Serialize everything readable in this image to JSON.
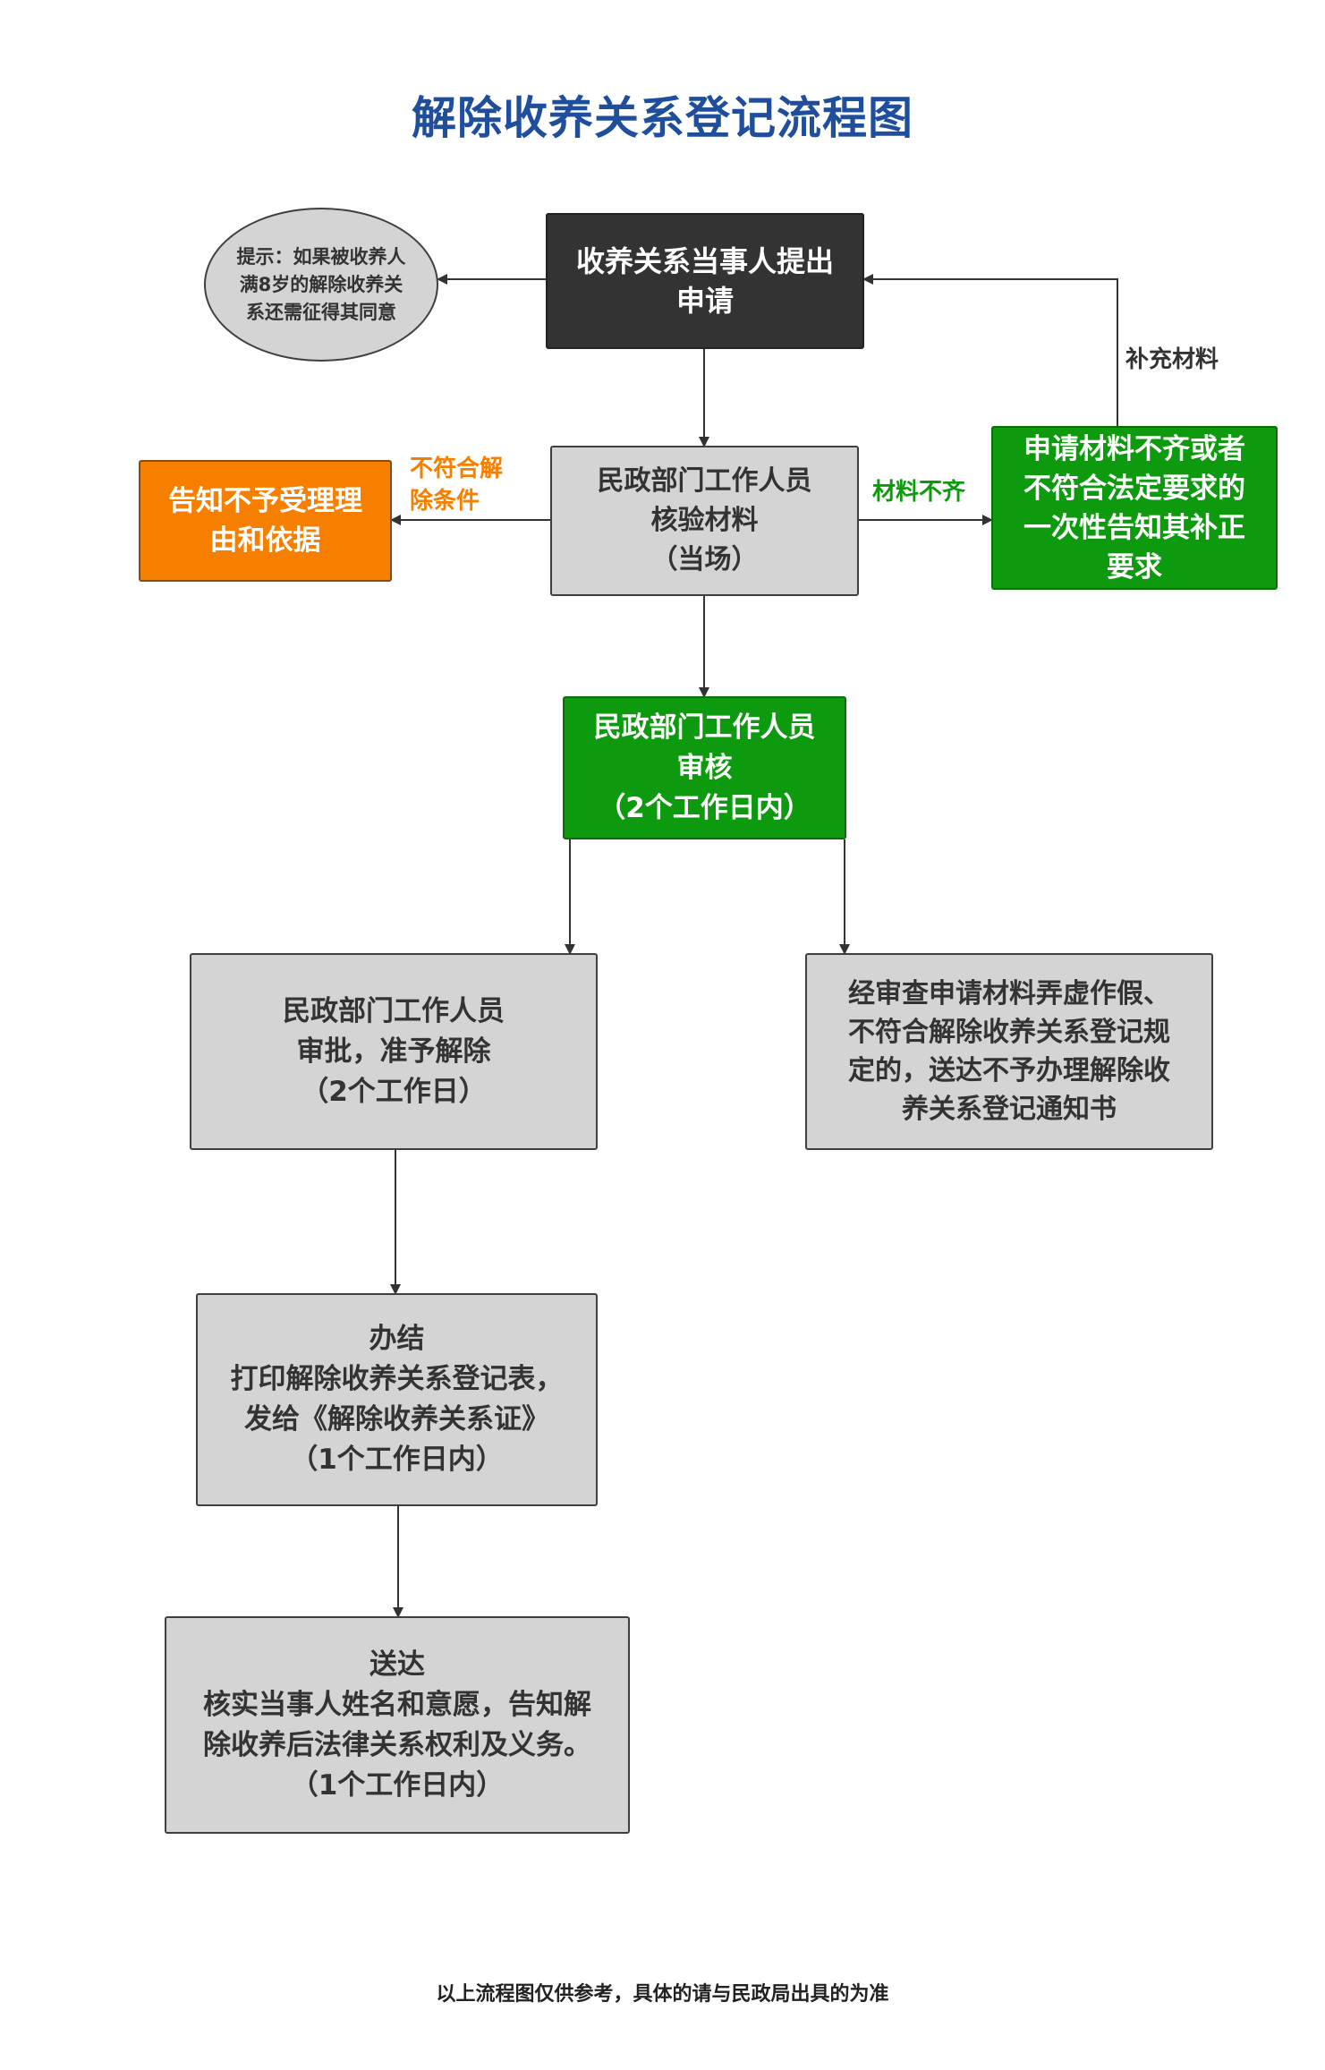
{
  "title": "解除收养关系登记流程图",
  "nodes": {
    "apply": "收养关系当事人提出\n申请",
    "hint": "提示：如果被收养人\n满8岁的解除收养关\n系还需征得其同意",
    "verify": "民政部门工作人员\n核验材料\n（当场）",
    "reject_notice": "告知不予受理理\n由和依据",
    "supplement_notice": "申请材料不齐或者\n不符合法定要求的\n一次性告知其补正\n要求",
    "review": "民政部门工作人员\n审核\n（2个工作日内）",
    "approve": "民政部门工作人员\n审批，准予解除\n（2个工作日）",
    "fake_materials": "经审查申请材料弄虚作假、\n不符合解除收养关系登记规\n定的，送达不予办理解除收\n养关系登记通知书",
    "conclude": "办结\n打印解除收养关系登记表，\n发给《解除收养关系证》\n（1个工作日内）",
    "deliver": "送达\n核实当事人姓名和意愿，告知解\n除收养后法律关系权利及义务。\n（1个工作日内）"
  },
  "edge_labels": {
    "not_qualified": "不符合解\n除条件",
    "materials_incomplete": "材料不齐",
    "supplement": "补充材料"
  },
  "footer": "以上流程图仅供参考，具体的请与民政局出具的为准",
  "colors": {
    "title": "#1f4e9c",
    "gray_box": "#d4d4d4",
    "dark_box": "#333333",
    "green_box": "#0e9a0e",
    "orange_box": "#f77f00",
    "not_qualified_label": "#f77f00",
    "materials_incomplete_label": "#0e9a0e"
  }
}
